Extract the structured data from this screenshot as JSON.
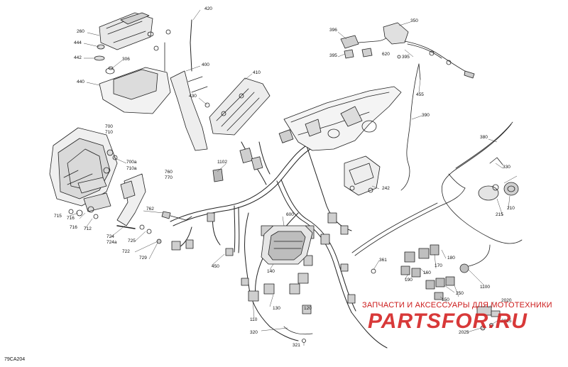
{
  "diagram_code": "79CA204",
  "callouts": {
    "c420": "420",
    "c260": "260",
    "c444": "444",
    "c442": "442",
    "c306": "306",
    "c440": "440",
    "c400": "400",
    "c410": "410",
    "c430": "430",
    "c396": "396",
    "c350": "350",
    "c395a": "395",
    "c620": "620",
    "c395b": "395",
    "c455": "455",
    "c390": "390",
    "c380": "380",
    "c330": "330",
    "c700": "700",
    "c710": "710",
    "c700a": "700a",
    "c710a": "710a",
    "c760": "760",
    "c770": "770",
    "c1102": "1102",
    "c242": "242",
    "c215": "215",
    "c210": "210",
    "c715": "715",
    "c716a": "716",
    "c716b": "716",
    "c712": "712",
    "c762": "762",
    "c724": "724",
    "c724a": "724a",
    "c725": "725",
    "c722": "722",
    "c729": "729",
    "c600": "600",
    "c450": "450",
    "c140": "140",
    "c361": "361",
    "c190": "190",
    "c160": "160",
    "c170": "170",
    "c180": "180",
    "c1100": "1100",
    "c150": "150",
    "c130": "130",
    "c110": "110",
    "c120": "120",
    "c250": "250",
    "c2020": "2020",
    "c320": "320",
    "c321": "321",
    "c2025": "2025",
    "c2025b": "2025"
  },
  "watermark": {
    "tagline": "ЗАПЧАСТИ И АКСЕССУАРЫ ДЛЯ МОТОТЕХНИКИ",
    "logo": "PARTSFOR.RU",
    "color": "#d42424"
  }
}
